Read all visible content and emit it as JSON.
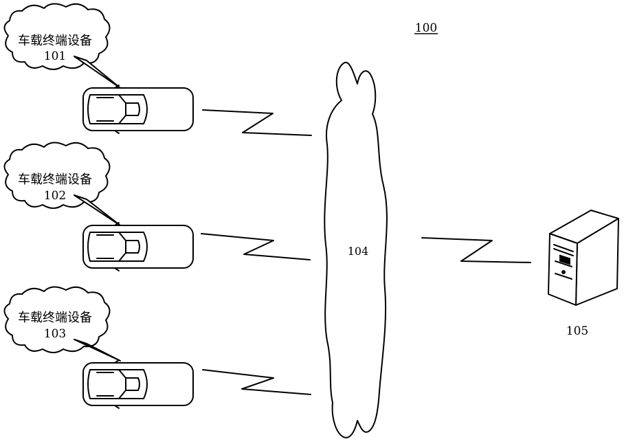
{
  "system": {
    "label": "100"
  },
  "devices": [
    {
      "label": "车载终端设备",
      "id": "101"
    },
    {
      "label": "车载终端设备",
      "id": "102"
    },
    {
      "label": "车载终端设备",
      "id": "103"
    }
  ],
  "network": {
    "label": "104"
  },
  "server": {
    "label": "105"
  }
}
